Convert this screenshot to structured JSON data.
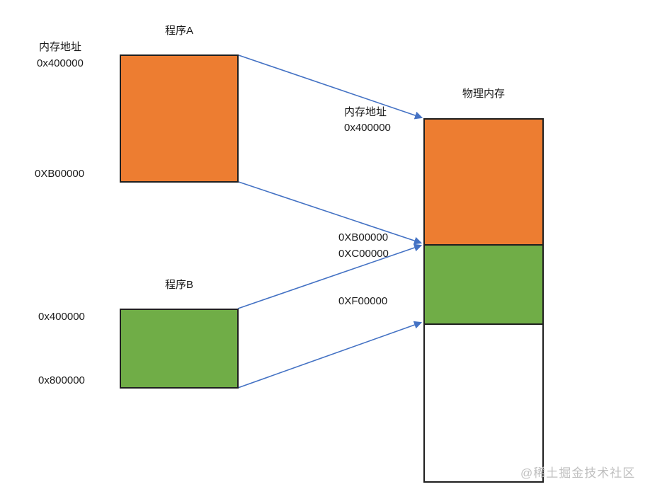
{
  "colors": {
    "orange": "#ED7D31",
    "green": "#70AD47",
    "line_blue": "#4472C4"
  },
  "program_a": {
    "title": "程序A",
    "addr_label": "内存地址",
    "start_addr": "0x400000",
    "end_addr": "0XB00000"
  },
  "program_b": {
    "title": "程序B",
    "start_addr": "0x400000",
    "end_addr": "0x800000"
  },
  "physical": {
    "title": "物理内存",
    "addr_label": "内存地址",
    "start_addr": "0x400000",
    "a_end_addr": "0XB00000",
    "b_start_addr": "0XC00000",
    "b_end_addr": "0XF00000"
  },
  "watermark": "@稀土掘金技术社区"
}
